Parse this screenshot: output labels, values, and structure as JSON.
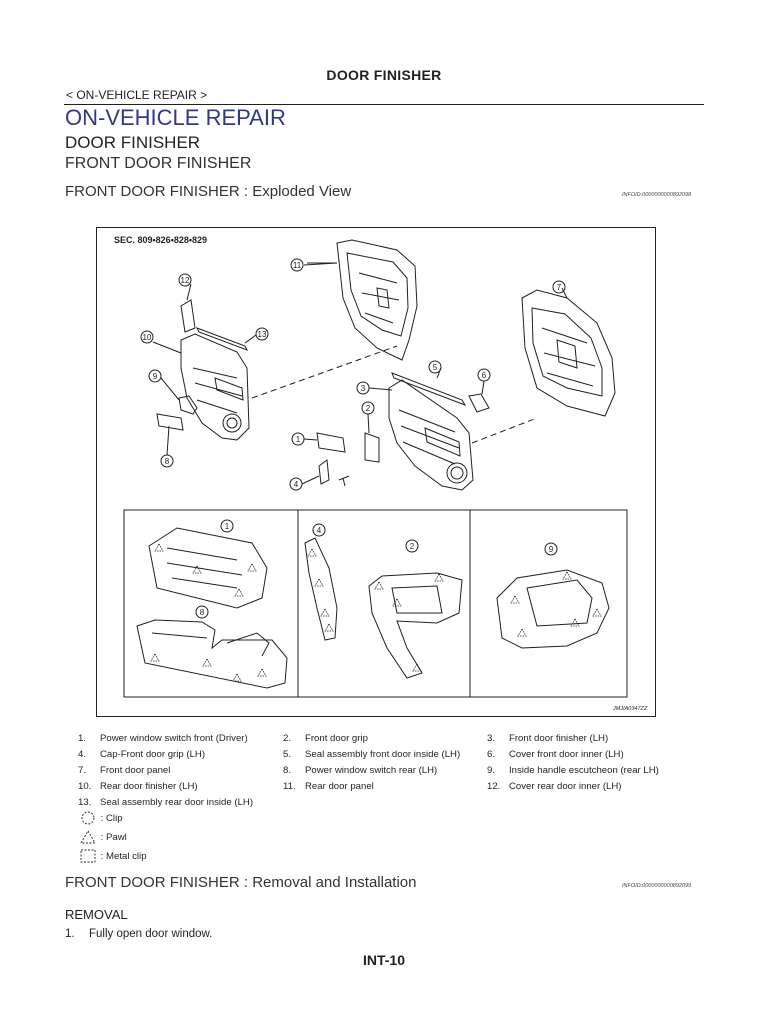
{
  "header": {
    "title": "DOOR FINISHER",
    "breadcrumb": "< ON-VEHICLE REPAIR >"
  },
  "section": {
    "title": "ON-VEHICLE REPAIR",
    "subtitle": "DOOR FINISHER",
    "subsubtitle": "FRONT DOOR FINISHER"
  },
  "exploded_view": {
    "heading": "FRONT DOOR FINISHER : Exploded View",
    "info_id": "INFOID:0000000000892098"
  },
  "figure": {
    "sec_label": "SEC. 809•826•828•829",
    "code": "JMJIA0347ZZ",
    "callouts": [
      "1",
      "2",
      "3",
      "4",
      "5",
      "6",
      "7",
      "8",
      "9",
      "10",
      "11",
      "12",
      "13"
    ]
  },
  "legend": {
    "items": [
      {
        "num": "1.",
        "text": "Power window switch front (Driver)"
      },
      {
        "num": "2.",
        "text": "Front door grip"
      },
      {
        "num": "3.",
        "text": "Front door finisher (LH)"
      },
      {
        "num": "4.",
        "text": "Cap-Front door grip (LH)"
      },
      {
        "num": "5.",
        "text": "Seal assembly front door inside (LH)"
      },
      {
        "num": "6.",
        "text": "Cover front door inner (LH)"
      },
      {
        "num": "7.",
        "text": "Front door panel"
      },
      {
        "num": "8.",
        "text": "Power window switch rear (LH)"
      },
      {
        "num": "9.",
        "text": "Inside handle escutcheon (rear LH)"
      },
      {
        "num": "10.",
        "text": "Rear door finisher (LH)"
      },
      {
        "num": "11.",
        "text": "Rear door panel"
      },
      {
        "num": "12.",
        "text": "Cover rear door inner (LH)"
      },
      {
        "num": "13.",
        "text": "Seal assembly rear door inside (LH)"
      }
    ],
    "symbols": [
      {
        "icon": "clip-symbol-icon",
        "text": ": Clip"
      },
      {
        "icon": "pawl-symbol-icon",
        "text": ": Pawl"
      },
      {
        "icon": "metal-clip-symbol-icon",
        "text": ": Metal clip"
      }
    ]
  },
  "removal_installation": {
    "heading": "FRONT DOOR FINISHER : Removal and Installation",
    "info_id": "INFOID:0000000000892099"
  },
  "removal": {
    "title": "REMOVAL",
    "steps": [
      {
        "num": "1.",
        "text": "Fully open door window."
      }
    ]
  },
  "footer": {
    "page": "INT-10"
  },
  "colors": {
    "section_title": "#2e3a87",
    "text": "#231f20"
  }
}
